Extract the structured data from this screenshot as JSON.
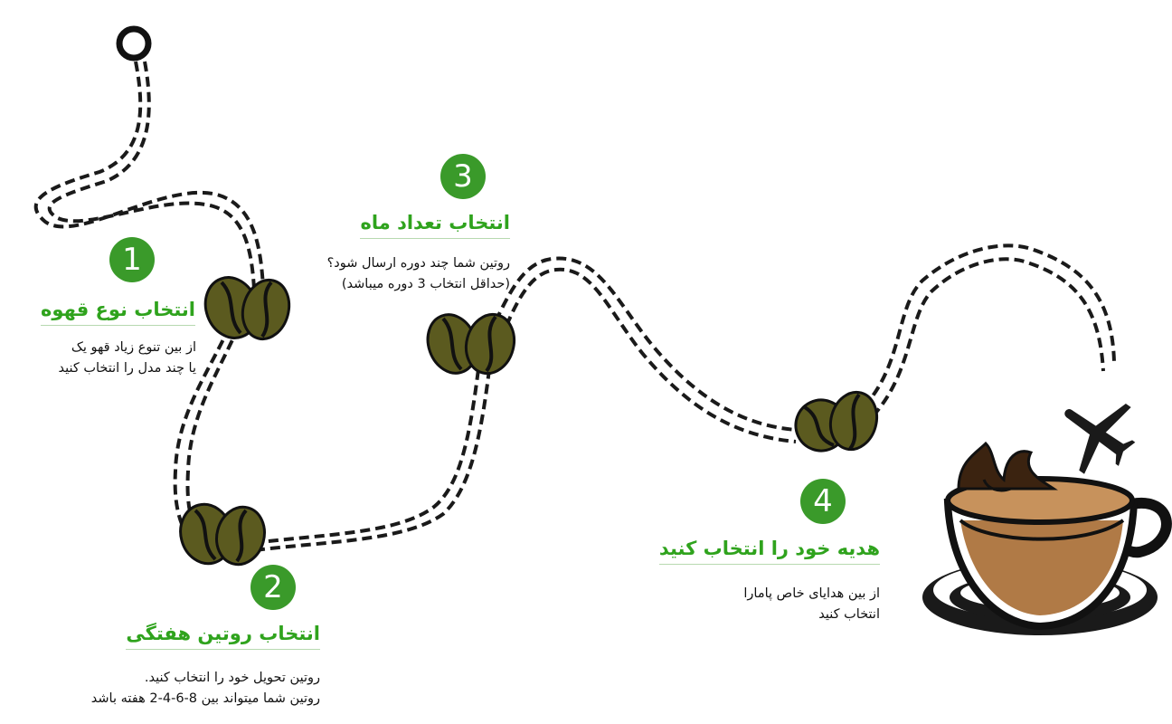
{
  "steps": [
    {
      "number": "1",
      "title": "انتخاب نوع قهوه",
      "desc_lines": [
        "از بین تنوع زیاد قهو یک",
        "یا چند مدل را انتخاب کنید"
      ]
    },
    {
      "number": "2",
      "title": "انتخاب روتین هفتگی",
      "desc_lines": [
        "روتین تحویل خود را انتخاب کنید.",
        "روتین شما میتواند بین 8-6-4-2 هفته باشد"
      ]
    },
    {
      "number": "3",
      "title": "انتخاب تعداد ماه",
      "desc_lines": [
        "روتین شما چند دوره ارسال شود؟",
        "(حداقل انتخاب 3 دوره میباشد)"
      ]
    },
    {
      "number": "4",
      "title": "هدیه خود را انتخاب کنید",
      "desc_lines": [
        "از بین هدایای خاص پامارا",
        "انتخاب کنید"
      ]
    }
  ],
  "colors": {
    "badge": "#3a9a2a",
    "title": "#2fa31d",
    "bean": "#5b5a1f",
    "path": "#1a1a1a"
  },
  "icons": [
    "pin-icon",
    "coffee-bean-icon",
    "airplane-icon",
    "coffee-cup-icon"
  ]
}
